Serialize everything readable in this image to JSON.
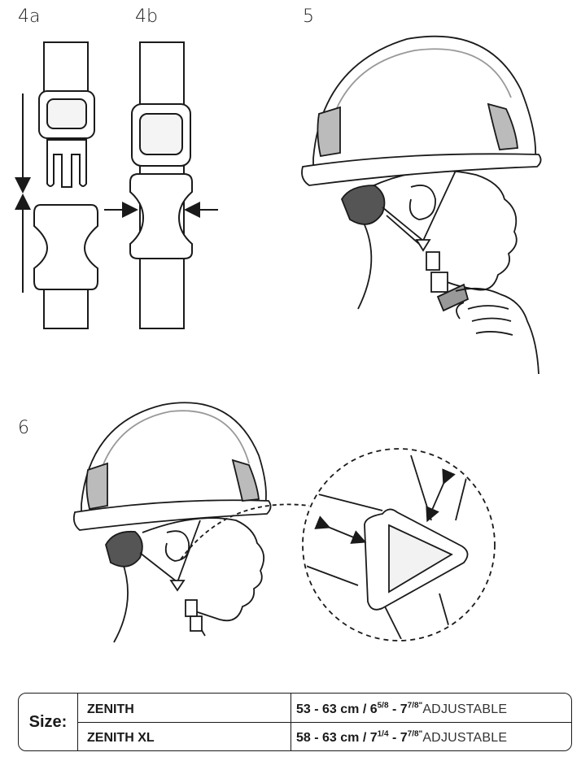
{
  "steps": {
    "s4a": "4a",
    "s4b": "4b",
    "s5": "5",
    "s6": "6"
  },
  "size_table": {
    "label": "Size:",
    "rows": [
      {
        "model": "ZENITH",
        "range": "53 - 63 cm / 6",
        "sup1": "5/8",
        "mid": " - 7",
        "sup2": "7/8\"",
        "suffix": " ADJUSTABLE"
      },
      {
        "model": "ZENITH XL",
        "range": "58 - 63 cm / 7",
        "sup1": "1/4",
        "mid": " - 7",
        "sup2": "7/8\"",
        "suffix": " ADJUSTABLE"
      }
    ]
  }
}
